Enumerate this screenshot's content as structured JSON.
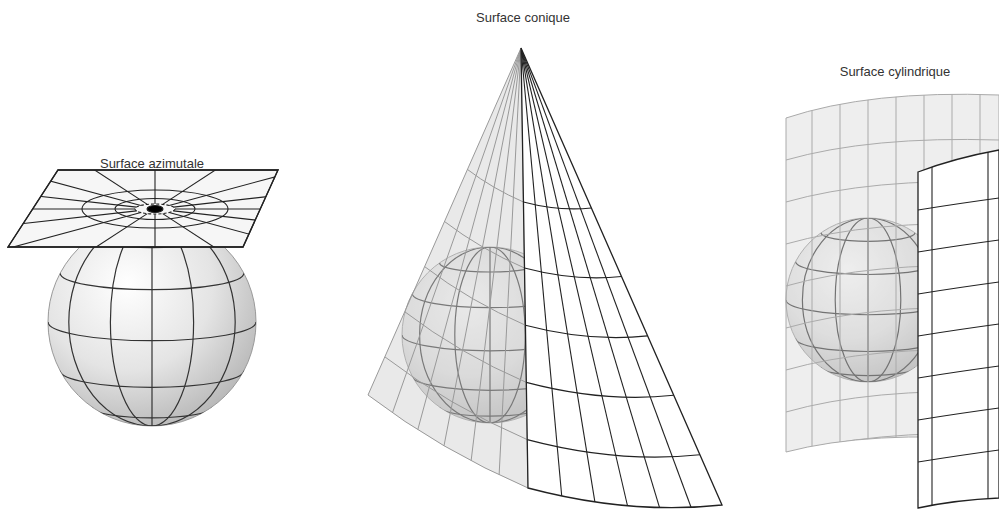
{
  "diagram": {
    "labels": [
      "Surface azimutale",
      "Surface conique",
      "Surface cylindrique"
    ]
  }
}
